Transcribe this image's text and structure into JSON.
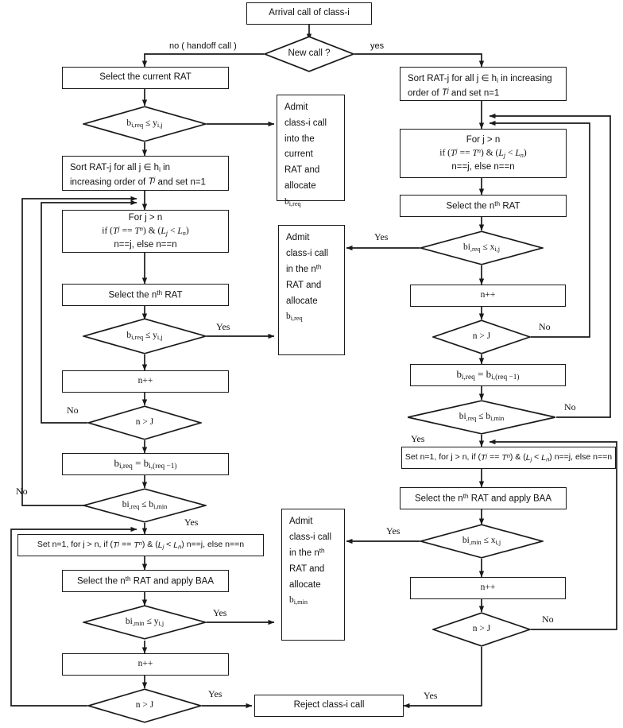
{
  "diagram": {
    "title": "Call admission control flowchart for class-i arrival",
    "colors": {
      "stroke": "#1a1a1a",
      "fill": "#ffffff",
      "text": "#111111"
    }
  },
  "nodes": {
    "start": {
      "label": "Arrival call of class-i",
      "type": "process"
    },
    "new_call": {
      "label": "New call ?",
      "type": "decision"
    },
    "L_select_current_rat": {
      "label": "Select the current RAT",
      "type": "process"
    },
    "L_dec_breq_yij": {
      "label": "b<sub>i,req</sub> ≤ y<sub>i,j</sub>",
      "plain": "b_i,req <= y_i,j",
      "type": "decision"
    },
    "L_sort_rat": {
      "line1": "Sort    RAT-j    for    all    j ∈ h<sub>i</sub>   in",
      "line2": "increasing order of <i>T<sup>j</sup></i> and set n=1",
      "type": "process"
    },
    "L_forloop": {
      "line1": "For j > n",
      "line2": "if (<i>T<sup>j</sup></i> == <i>T<sup>n</sup></i>) &amp; (<i>L<sub>j</sub></i> &lt; <i>L<sub>n</sub></i>)",
      "line3": "n==j, else n==n",
      "type": "process"
    },
    "L_select_nth_rat": {
      "label": "Select the n<sup>th</sup> RAT",
      "type": "process"
    },
    "L_dec_breq_yij2": {
      "label": "b<sub>i,req</sub> ≤ y<sub>i,j</sub>",
      "plain": "b_i,req <= y_i,j",
      "type": "decision"
    },
    "L_npp1": {
      "label": "n++",
      "type": "process"
    },
    "L_dec_nJ1": {
      "label": "n > J",
      "type": "decision"
    },
    "L_breq_assign": {
      "label": "b<sub>i,req</sub> = b<sub>i,(req −1)</sub>",
      "plain": "b_i,req = b_i,(req-1)",
      "type": "process"
    },
    "L_dec_breq_bmin": {
      "label": "bi<sub>,req</sub> ≤ b<sub>i,min</sub>",
      "plain": "bi_req <= b_i,min",
      "type": "decision"
    },
    "L_setn1": {
      "label": "Set n=1, for j > n, if (<i>T<sup>j</sup></i> == <i>T<sup>n</sup></i>) &amp; (<i>L<sub>j</sub></i> &lt; <i>L<sub>n</sub></i>)  n==j, else n==n",
      "type": "process"
    },
    "L_select_nth_baa": {
      "label": "Select the n<sup>th</sup> RAT and apply BAA",
      "type": "process"
    },
    "L_dec_bmin_yij": {
      "label": "bi<sub>,min</sub> ≤ y<sub>i,j</sub>",
      "plain": "bi_min <= y_i,j",
      "type": "decision"
    },
    "L_npp2": {
      "label": "n++",
      "type": "process"
    },
    "L_dec_nJ2": {
      "label": "n > J",
      "type": "decision"
    },
    "M_admit_current": {
      "lines": [
        "Admit",
        "class-i call",
        "into the",
        "current",
        "RAT and",
        "allocate",
        "b<sub>i,req</sub>"
      ],
      "type": "process"
    },
    "M_admit_nth_req": {
      "lines": [
        "Admit",
        "class-i call",
        "in the n<sup>th</sup>",
        "RAT and",
        "allocate",
        "b<sub>i,req</sub>"
      ],
      "type": "process"
    },
    "M_admit_nth_min": {
      "lines": [
        "Admit",
        "class-i call",
        "in the n<sup>th</sup>",
        "RAT and",
        "allocate",
        "b<sub>i,min</sub>"
      ],
      "type": "process"
    },
    "R_sort_rat": {
      "line1": "Sort RAT-j for all j ∈ h<sub>i</sub> in increasing",
      "line2": "order of <i>T<sup>j</sup></i> and set n=1",
      "type": "process"
    },
    "R_forloop": {
      "line1": "For j > n",
      "line2": "if (<i>T<sup>j</sup></i> == <i>T<sup>n</sup></i>) &amp; (<i>L<sub>j</sub></i> &lt; <i>L<sub>n</sub></i>)",
      "line3": "n==j, else n==n",
      "type": "process"
    },
    "R_select_nth_rat": {
      "label": "Select the n<sup>th</sup> RAT",
      "type": "process"
    },
    "R_dec_breq_xij": {
      "label": "bi<sub>,req</sub> ≤ x<sub>i,j</sub>",
      "plain": "bi_req <= x_i,j",
      "type": "decision"
    },
    "R_npp1": {
      "label": "n++",
      "type": "process"
    },
    "R_dec_nJ1": {
      "label": "n > J",
      "type": "decision"
    },
    "R_breq_assign": {
      "label": "b<sub>i,req</sub> = b<sub>i,(req −1)</sub>",
      "plain": "b_i,req = b_i,(req-1)",
      "type": "process"
    },
    "R_dec_breq_bmin": {
      "label": "bi<sub>,req</sub> ≤ b<sub>i,min</sub>",
      "plain": "bi_req <= b_i,min",
      "type": "decision"
    },
    "R_setn1": {
      "label": "Set n=1, for j > n, if (<i>T<sup>j</sup></i> == <i>T<sup>n</sup></i>) &amp; (<i>L<sub>j</sub></i> &lt; <i>L<sub>n</sub></i>)  n==j, else n==n",
      "type": "process"
    },
    "R_select_nth_baa": {
      "label": "Select the n<sup>th</sup> RAT and apply BAA",
      "type": "process"
    },
    "R_dec_bmin_xij": {
      "label": "bi<sub>,min</sub> ≤ x<sub>i,j</sub>",
      "plain": "bi_min <= x_i,j",
      "type": "decision"
    },
    "R_npp2": {
      "label": "n++",
      "type": "process"
    },
    "R_dec_nJ2": {
      "label": "n > J",
      "type": "decision"
    },
    "reject": {
      "label": "Reject class-i call",
      "type": "process"
    }
  },
  "edge_labels": {
    "no_handoff": "no ( handoff call )",
    "yes_top": "yes",
    "L_yes_1": "Yes",
    "L_no_1": "No",
    "L_no_2": "No",
    "L_yes_2": "Yes",
    "L_yes_3": "Yes",
    "L_yes_4": "Yes",
    "R_yes_1": "Yes",
    "R_no_1": "No",
    "R_no_2": "No",
    "R_yes_2": "Yes",
    "R_yes_3": "Yes",
    "R_no_3": "No",
    "R_yes_4": "Yes"
  }
}
